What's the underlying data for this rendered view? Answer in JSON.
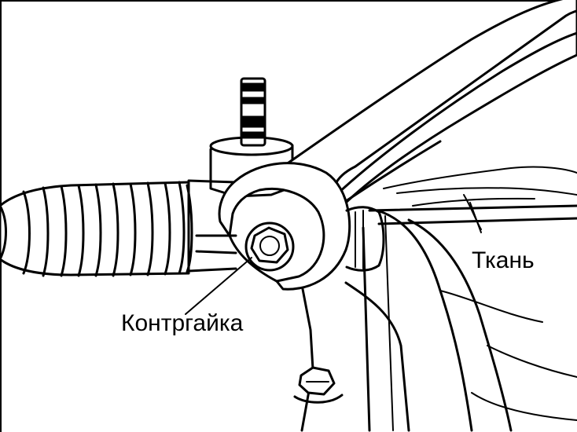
{
  "labels": {
    "locknut": "Контргайка",
    "cloth": "Ткань"
  },
  "colors": {
    "line": "#000000",
    "background": "#ffffff"
  },
  "icons": {
    "figure": "steering-rack-locknut-wrench-drawing"
  }
}
